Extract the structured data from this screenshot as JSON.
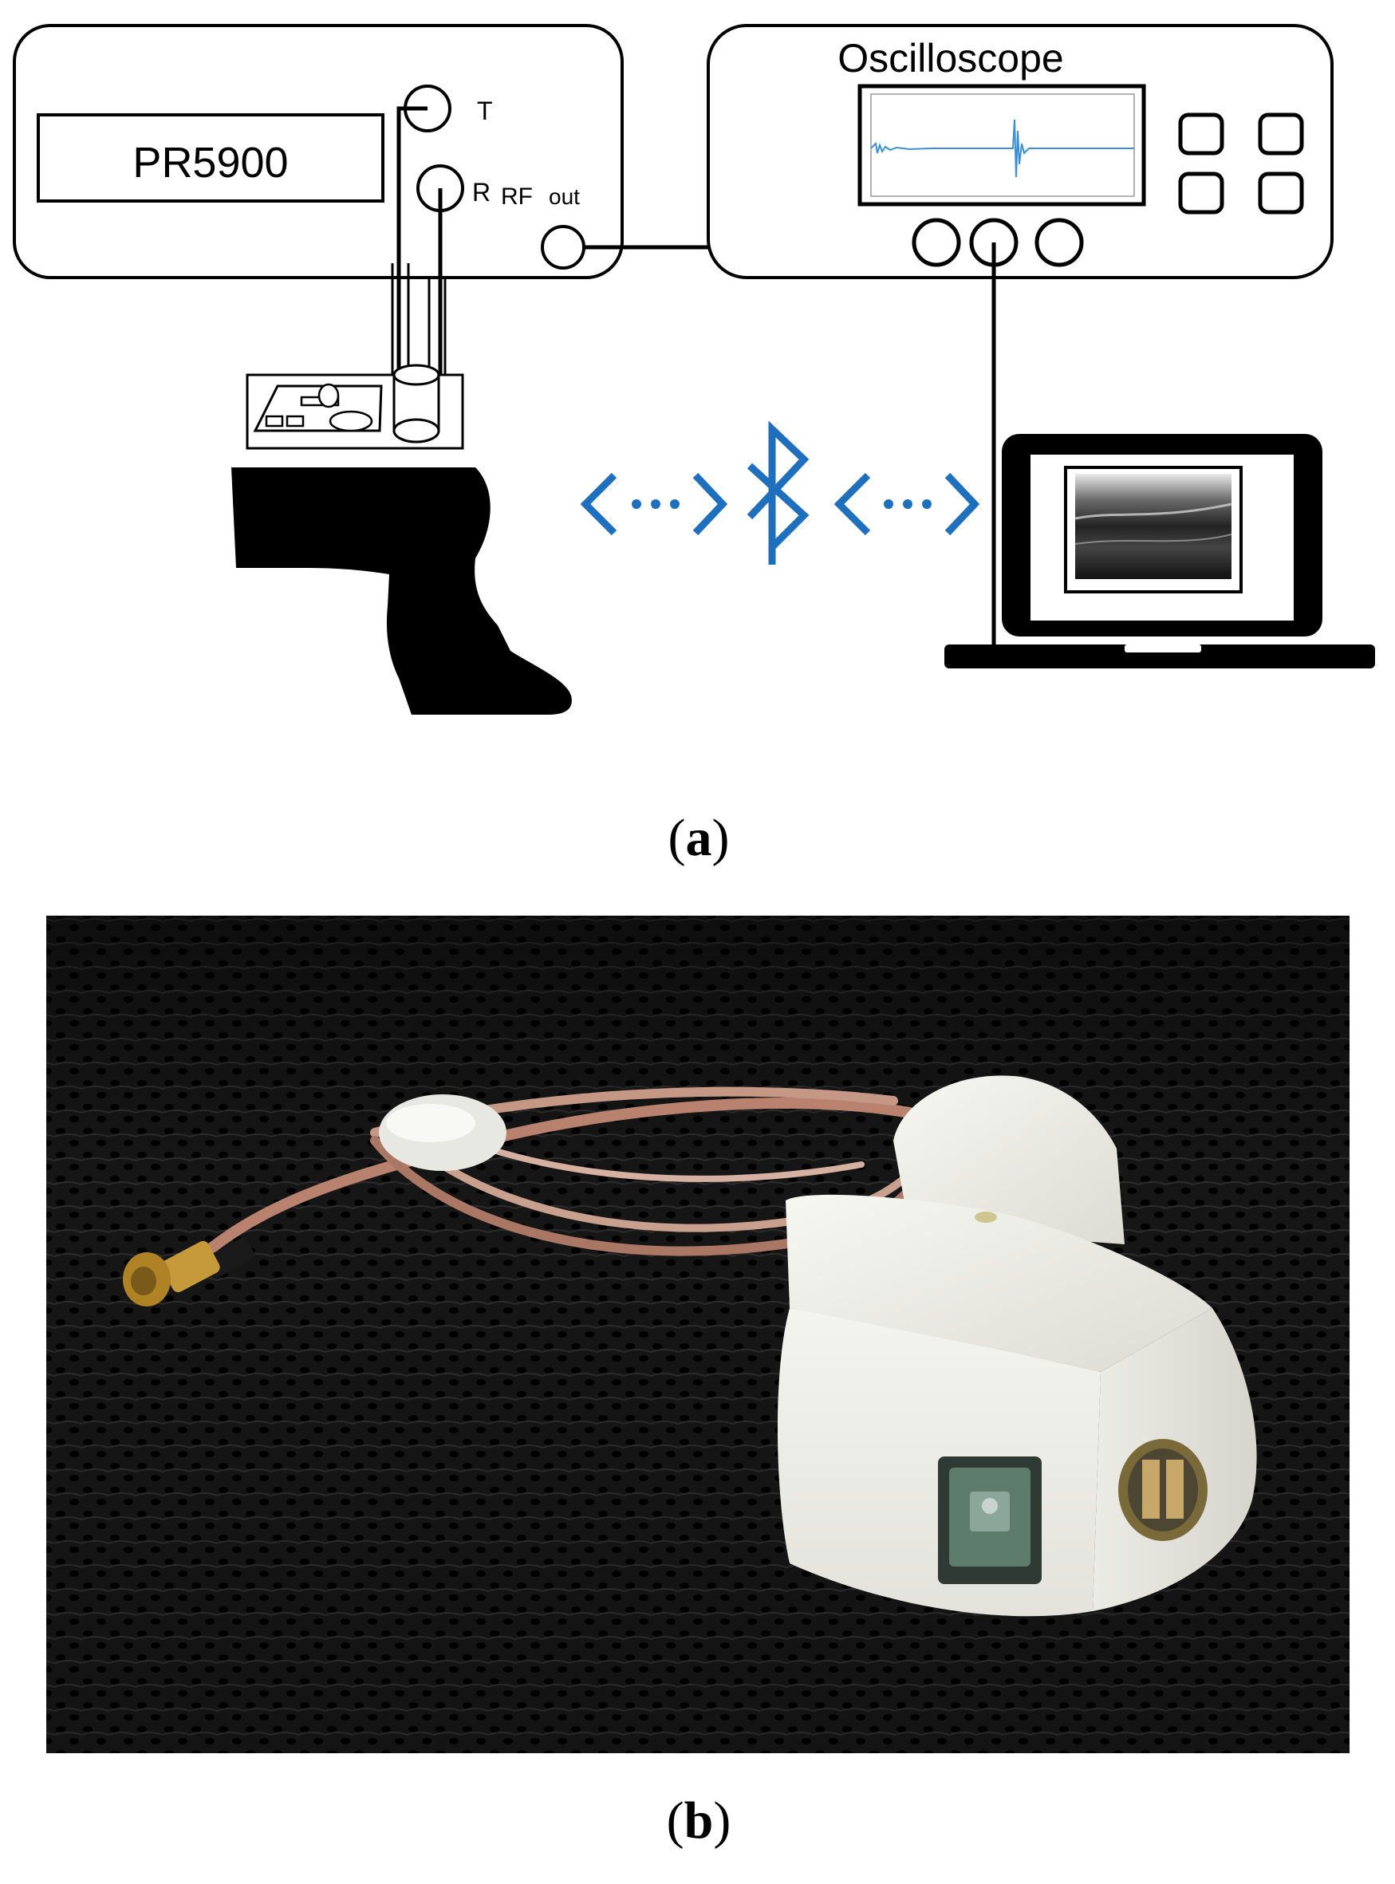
{
  "figure": {
    "panel_a": {
      "caption_open": "(",
      "caption_letter": "a",
      "caption_close": ")",
      "pulser": {
        "label": "PR5900"
      },
      "pulser_ports": {
        "t_label": "T",
        "r_label": "R",
        "rf_label": "RF",
        "rf_sub": "out"
      },
      "oscilloscope": {
        "title": "Oscilloscope"
      },
      "wireless_icon": "bluetooth-icon",
      "accent_color": "#1f6fbf"
    },
    "panel_b": {
      "caption_open": "(",
      "caption_letter": "b",
      "caption_close": ")",
      "photo_subject": "white 3D-printed ultrasound probe housing with coaxial cable and SMA connector on black mesh"
    }
  }
}
